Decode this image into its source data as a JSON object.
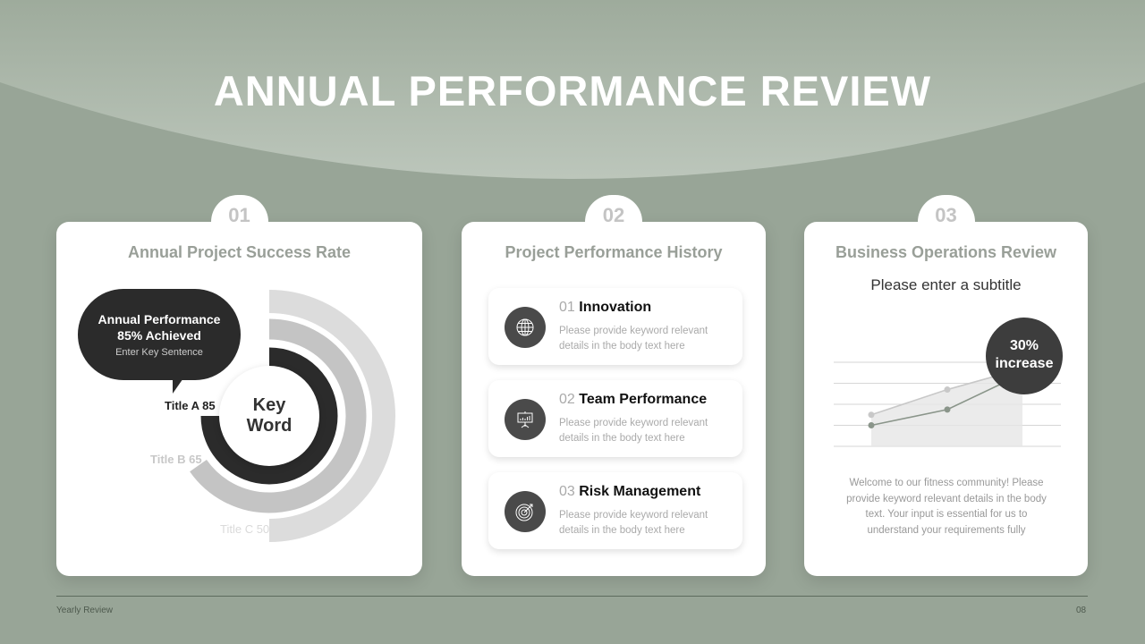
{
  "title": "ANNUAL PERFORMANCE REVIEW",
  "cards": [
    {
      "number": "01",
      "title": "Annual Project Success Rate",
      "bubble": {
        "line1": "Annual Performance",
        "line2": "85% Achieved",
        "line3": "Enter Key Sentence"
      },
      "center": {
        "line1": "Key",
        "line2": "Word"
      },
      "rings": [
        {
          "label": "Title A 85",
          "value": 85,
          "color": "#2b2b2b"
        },
        {
          "label": "Title B 65",
          "value": 65,
          "color": "#c4c4c4"
        },
        {
          "label": "Title C 50",
          "value": 50,
          "color": "#dcdcdc"
        }
      ]
    },
    {
      "number": "02",
      "title": "Project Performance History",
      "items": [
        {
          "num": "01",
          "heading": "Innovation",
          "body": "Please provide keyword relevant details in the body text here",
          "icon": "globe-icon"
        },
        {
          "num": "02",
          "heading": "Team Performance",
          "body": "Please provide keyword relevant details in the body text here",
          "icon": "presentation-chart-icon"
        },
        {
          "num": "03",
          "heading": "Risk Management",
          "body": "Please provide keyword relevant details in the body text here",
          "icon": "target-icon"
        }
      ]
    },
    {
      "number": "03",
      "title": "Business Operations Review",
      "subtitle": "Please enter a subtitle",
      "badge": {
        "line1": "30%",
        "line2": "increase"
      },
      "description": "Welcome to our fitness community! Please provide keyword relevant details in the body text. Your input is essential for us to understand your requirements fully"
    }
  ],
  "chart_data": {
    "type": "line",
    "grid": true,
    "ylim": [
      0,
      4
    ],
    "series": [
      {
        "values": [
          1.5,
          2.7,
          3.7
        ],
        "color": "#c8c8c8"
      },
      {
        "values": [
          1,
          1.75,
          3.45
        ],
        "color": "#8a958a"
      }
    ],
    "area": true
  },
  "footer": {
    "left": "Yearly Review",
    "page": "08"
  }
}
